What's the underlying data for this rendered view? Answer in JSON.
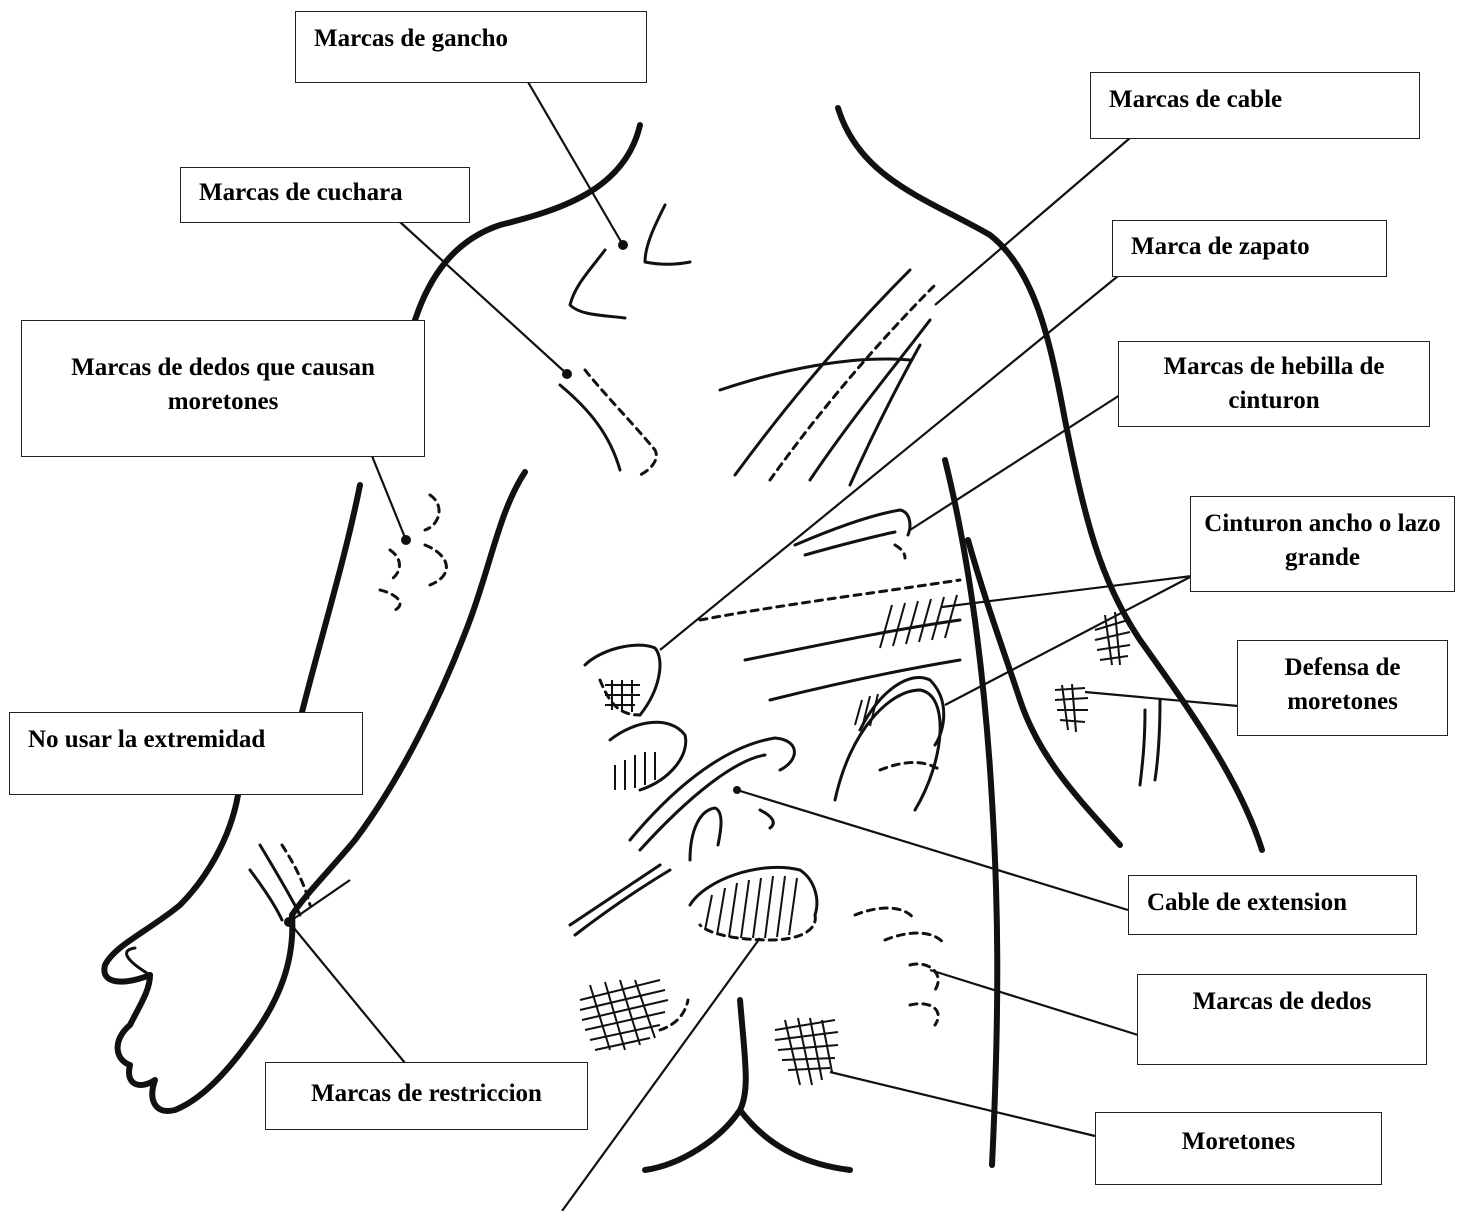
{
  "labels": {
    "hook_marks": "Marcas de gancho",
    "cable_marks": "Marcas de cable",
    "spoon_marks": "Marcas de cuchara",
    "shoe_mark": "Marca de zapato",
    "finger_bruise_marks": "Marcas de dedos que causan moretones",
    "belt_buckle_marks": "Marcas de hebilla de cinturon",
    "wide_belt_loop": "Cinturon ancho o lazo grande",
    "bruise_defense": "Defensa de moretones",
    "limb_not_used": "No usar la extremidad",
    "extension_cord": "Cable de extension",
    "finger_marks": "Marcas de dedos",
    "restraint_marks": "Marcas de restriccion",
    "bruises": "Moretones"
  }
}
